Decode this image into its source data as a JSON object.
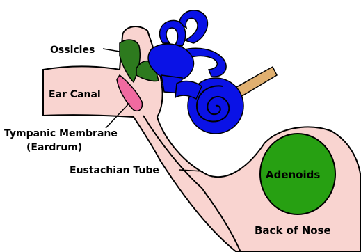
{
  "labels": {
    "ossicles": "Ossicles",
    "ear_canal": "Ear Canal",
    "tympanic_membrane_line1": "Tympanic Membrane",
    "tympanic_membrane_line2": "(Eardrum)",
    "eustachian_tube": "Eustachian Tube",
    "adenoids": "Adenoids",
    "back_of_nose": "Back of Nose"
  },
  "colors": {
    "tissue": "#f9d4d0",
    "eardrum": "#f06aa0",
    "ossicles": "#2d7a1e",
    "inner_ear": "#0a12e6",
    "nerve": "#e0b070",
    "adenoids": "#27a012",
    "outline": "#000000"
  }
}
